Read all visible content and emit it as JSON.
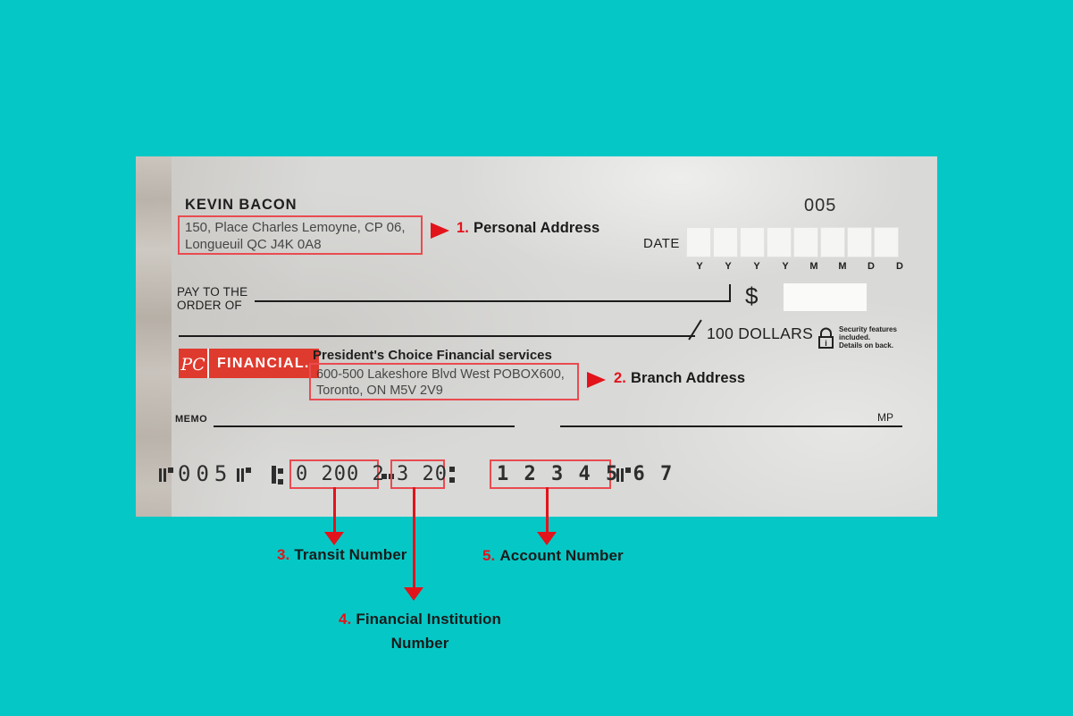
{
  "colors": {
    "background": "#05C8C6",
    "annotation_red": "#E3131B",
    "box_red": "#E94B50",
    "logo_red": "#DF3A2E",
    "paper": "#D9D9D7"
  },
  "cheque": {
    "payer_name": "KEVIN BACON",
    "payer_address": [
      "150, Place Charles Lemoyne, CP 06,",
      "Longueuil QC J4K 0A8"
    ],
    "cheque_number": "005",
    "date_label": "DATE",
    "date_letters": [
      "Y",
      "Y",
      "Y",
      "Y",
      "M",
      "M",
      "D",
      "D"
    ],
    "pay_to_line1": "PAY TO THE",
    "pay_to_line2": "ORDER OF",
    "currency_symbol": "$",
    "dollars_label": "100 DOLLARS",
    "security_note": [
      "Security features",
      "included.",
      "Details on back."
    ],
    "logo": {
      "monogram": "PC",
      "wordmark": "FINANCIAL."
    },
    "bank_name": "President's Choice Financial services",
    "branch_address": [
      "600-500 Lakeshore Blvd West POBOX600,",
      "Toronto, ON M5V 2V9"
    ],
    "memo_label": "MEMO",
    "mp_label": "MP",
    "micr": {
      "cheque_number": "005",
      "transit_number": "0 200 2",
      "institution_number": "3 20",
      "account_number": "1 2 3 4 5 6 7"
    }
  },
  "annotations": {
    "personal_address": {
      "number": "1.",
      "label": "Personal Address"
    },
    "branch_address": {
      "number": "2.",
      "label": "Branch Address"
    },
    "transit": {
      "number": "3.",
      "label": "Transit Number"
    },
    "institution": {
      "number": "4.",
      "label": "Financial Institution",
      "label_line2": "Number"
    },
    "account": {
      "number": "5.",
      "label": "Account Number"
    }
  }
}
